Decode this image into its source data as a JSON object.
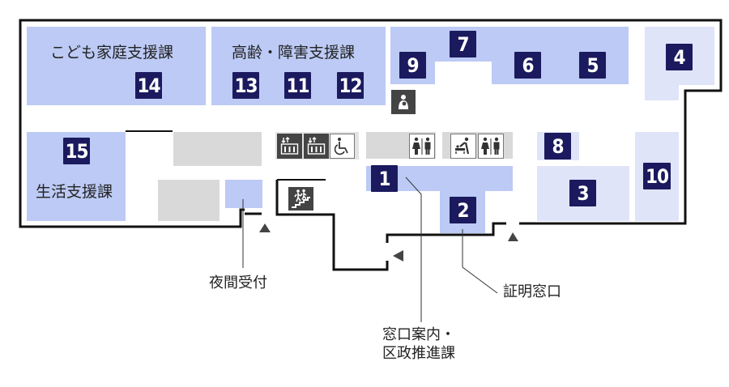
{
  "colors": {
    "counter": "#bccaf5",
    "counter_light": "#dfe4f9",
    "facility": "#d9d9d9",
    "badge": "#1b1a5e",
    "wall": "#111111",
    "icon_dark": "#444444"
  },
  "departments": [
    {
      "name": "こども家庭支援課",
      "numbers": [
        "14"
      ]
    },
    {
      "name": "高齢・障害支援課",
      "numbers": [
        "13",
        "11",
        "12"
      ]
    },
    {
      "name": "生活支援課",
      "numbers": [
        "15"
      ]
    }
  ],
  "counters": {
    "n1": "1",
    "n2": "2",
    "n3": "3",
    "n4": "4",
    "n5": "5",
    "n6": "6",
    "n7": "7",
    "n8": "8",
    "n9": "9",
    "n10": "10",
    "n11": "11",
    "n12": "12",
    "n13": "13",
    "n14": "14",
    "n15": "15"
  },
  "callouts": {
    "night_reception": "夜間受付",
    "certificate_window": "証明窓口",
    "info_line1": "窓口案内・",
    "info_line2": "区政推進課"
  },
  "icons": [
    "elevator-icon",
    "elevator-icon",
    "wheelchair-icon",
    "restroom-icon",
    "baby-changing-icon",
    "restroom-icon",
    "nursing-room-icon",
    "stairs-icon",
    "entrance-arrow-icon"
  ]
}
